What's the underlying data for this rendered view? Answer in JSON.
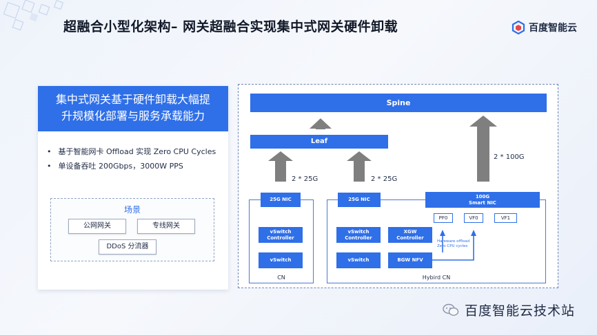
{
  "header": {
    "title": "超融合小型化架构– 网关超融合实现集中式网关硬件卸载",
    "logo_text": "百度智能云"
  },
  "left_panel": {
    "heading_line1": "集中式网关基于硬件卸载大幅提",
    "heading_line2": "升规模化部署与服务承载能力",
    "bullets": [
      "基于智能网卡 Offload 实现 Zero CPU Cycles",
      "单设备吞吐 200Gbps，3000W PPS"
    ],
    "scene": {
      "title": "场景",
      "items": [
        "公网网关",
        "专线网关",
        "DDoS 分流器"
      ]
    }
  },
  "diagram": {
    "spine": "Spine",
    "leaf": "Leaf",
    "link_25g_a": "2 * 25G",
    "link_25g_b": "2 * 25G",
    "link_100g": "2 * 100G",
    "cn": {
      "nic": "25G NIC",
      "controller_line1": "vSwitch",
      "controller_line2": "Controller",
      "vswitch": "vSwitch",
      "label": "CN"
    },
    "hybrid": {
      "nic": "25G NIC",
      "controller_line1": "vSwitch",
      "controller_line2": "Controller",
      "vswitch": "vSwitch",
      "xgw_line1": "XGW",
      "xgw_line2": "Controller",
      "bgw": "BGW NFV",
      "smart_nic_line1": "100G",
      "smart_nic_line2": "Smart NIC",
      "pf0": "PF0",
      "vf0": "VF0",
      "vf1": "VF1",
      "note_line1": "Hareware offload",
      "note_line2": "Zero CPU cycles",
      "label": "Hybird CN"
    },
    "colors": {
      "accent": "#2f6fe8",
      "arrow": "#7f7f7f"
    }
  },
  "watermark": {
    "text": "百度智能云技术站"
  }
}
